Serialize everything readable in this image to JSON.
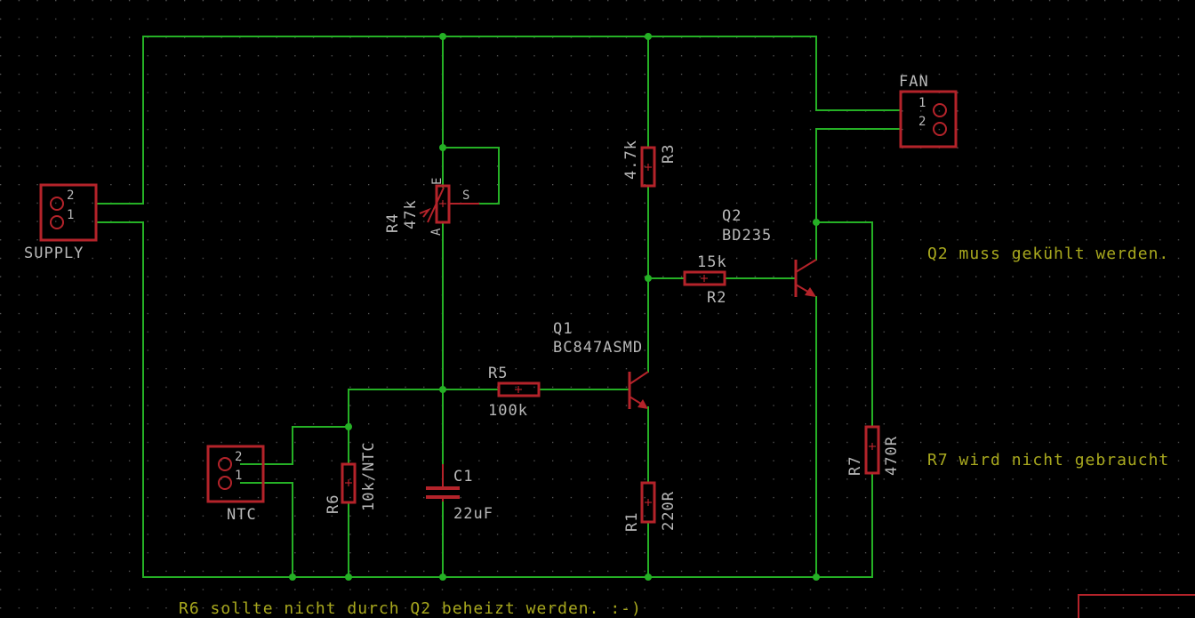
{
  "colors": {
    "background": "#000000",
    "grid": "#5a5a5a",
    "wire": "#25b025",
    "symbol": "#b4232a",
    "label": "#b8b8b8",
    "note": "#a8a81e"
  },
  "components": {
    "supply": {
      "name": "SUPPLY",
      "pin1": "1",
      "pin2": "2"
    },
    "fan": {
      "name": "FAN",
      "pin1": "1",
      "pin2": "2"
    },
    "ntc": {
      "name": "NTC",
      "pin1": "1",
      "pin2": "2"
    },
    "r1": {
      "name": "R1",
      "value": "220R"
    },
    "r2": {
      "name": "R2",
      "value": "15k"
    },
    "r3": {
      "name": "R3",
      "value": "4.7k"
    },
    "r4": {
      "name": "R4",
      "value": "47k",
      "pin_e": "E",
      "pin_a": "A",
      "pin_s": "S"
    },
    "r5": {
      "name": "R5",
      "value": "100k"
    },
    "r6": {
      "name": "R6",
      "value": "10k/NTC"
    },
    "r7": {
      "name": "R7",
      "value": "470R"
    },
    "c1": {
      "name": "C1",
      "value": "22uF"
    },
    "q1": {
      "name": "Q1",
      "value": "BC847ASMD"
    },
    "q2": {
      "name": "Q2",
      "value": "BD235"
    }
  },
  "notes": {
    "q2_cooling": "Q2 muss gekühlt werden.",
    "r7_unused": "R7 wird nicht gebraucht",
    "r6_heat": "R6 sollte nicht durch Q2 beheizt werden. :-)"
  }
}
